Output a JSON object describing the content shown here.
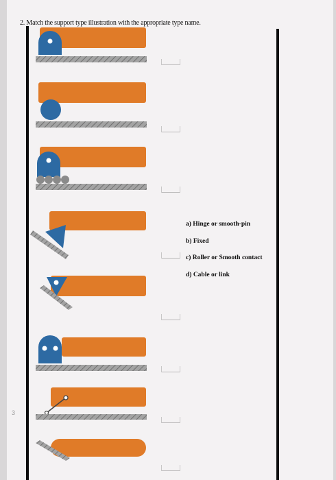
{
  "question": {
    "text": "2. Match the support type illustration with the appropriate type name."
  },
  "options": [
    {
      "text": "a) Hinge or smooth-pin"
    },
    {
      "text": "b) Fixed"
    },
    {
      "text": "c) Roller or Smooth contact"
    },
    {
      "text": "d) Cable or link"
    }
  ],
  "margin_number": "3",
  "colors": {
    "beam": "#e07b28",
    "support": "#2d6aa3",
    "ground": "#8f8f8f",
    "line": "#0d0d0d"
  },
  "illustrations": [
    {
      "icon": "hinge-support-icon"
    },
    {
      "icon": "roller-ball-support-icon"
    },
    {
      "icon": "pin-roller-support-icon"
    },
    {
      "icon": "inclined-roller-support-icon"
    },
    {
      "icon": "inverted-pin-support-icon"
    },
    {
      "icon": "double-pin-support-icon"
    },
    {
      "icon": "cable-link-support-icon"
    },
    {
      "icon": "smooth-contact-support-icon"
    }
  ]
}
